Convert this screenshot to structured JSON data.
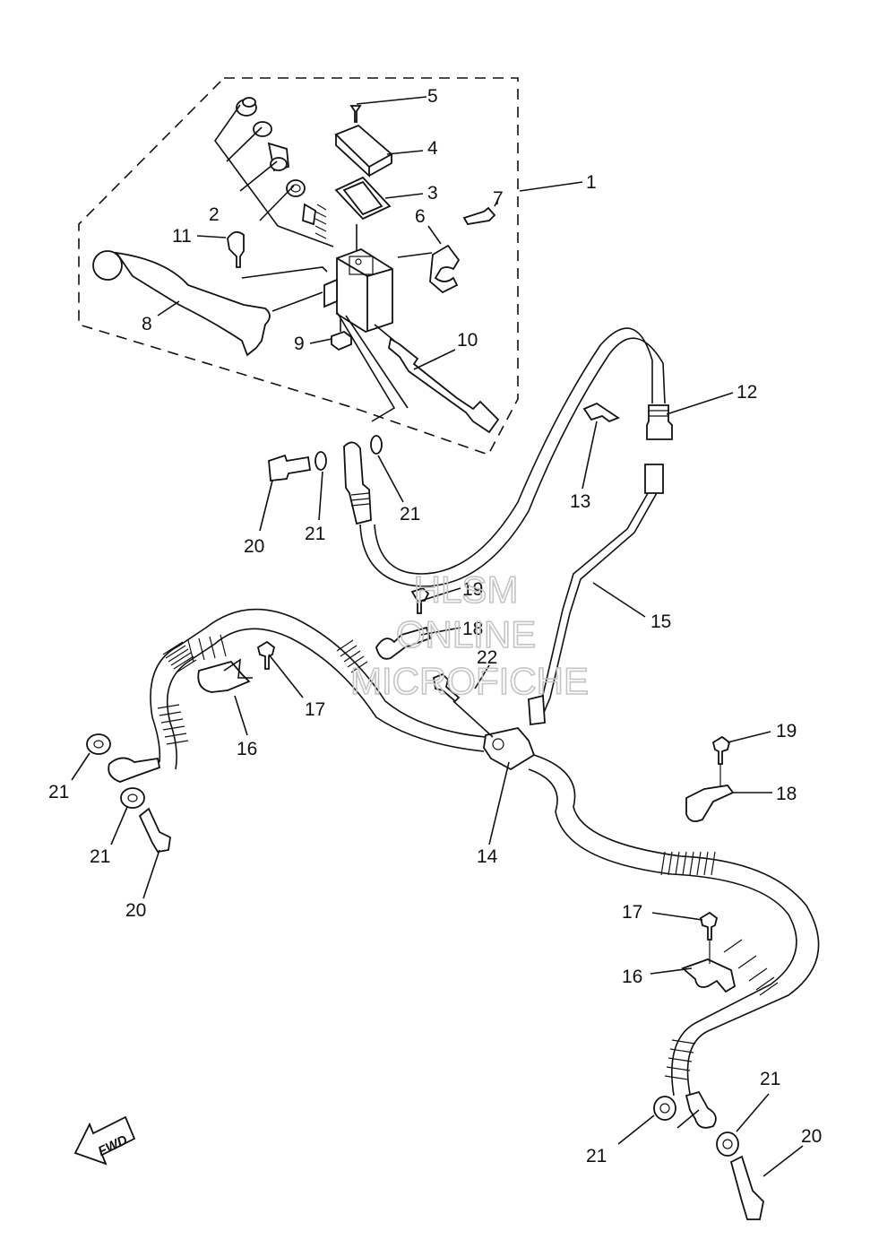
{
  "diagram": {
    "callouts": {
      "c1": "1",
      "c2": "2",
      "c3": "3",
      "c4": "4",
      "c5": "5",
      "c6": "6",
      "c7": "7",
      "c8": "8",
      "c9": "9",
      "c10": "10",
      "c11": "11",
      "c12": "12",
      "c13": "13",
      "c14": "14",
      "c15": "15",
      "c16a": "16",
      "c16b": "16",
      "c17a": "17",
      "c17b": "17",
      "c18a": "18",
      "c18b": "18",
      "c19a": "19",
      "c19b": "19",
      "c20a": "20",
      "c20b": "20",
      "c20c": "20",
      "c21a": "21",
      "c21b": "21",
      "c21c": "21",
      "c21d": "21",
      "c21e": "21",
      "c21f": "21",
      "c22": "22"
    },
    "watermark": {
      "line1": "HLSM",
      "line2": "ONLINE",
      "line3": "MICROFICHE"
    },
    "fwd_label": "FWD"
  }
}
